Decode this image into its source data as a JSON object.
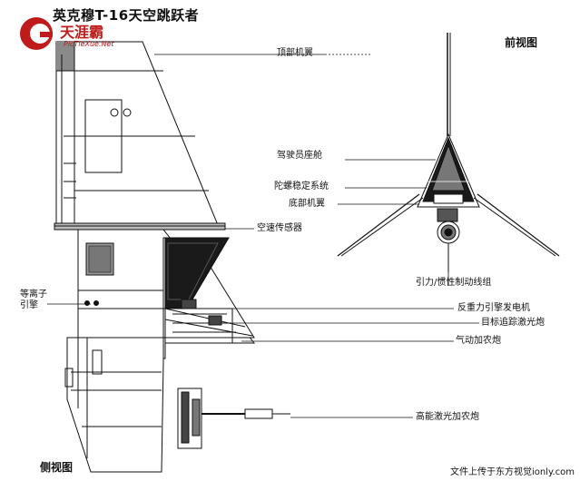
{
  "title": "英克穆T-16天空跳跃者",
  "logo": {
    "icon": "logo-g-icon",
    "text": "天涯霸",
    "subtext": "PicTieXue.Net"
  },
  "views": {
    "front": "前视图",
    "side": "侧视图"
  },
  "labels": {
    "top_wing": "顶部机翼",
    "cockpit": "驾驶员座舱",
    "gyro": "陀螺稳定系统",
    "bottom_wing": "底部机翼",
    "airspeed_sensor": "空速传感器",
    "grav_control": "引力/惯性制动线组",
    "ion_engine_1": "等离子",
    "ion_engine_2": "引擎",
    "repulsor": "反重力引擎发电机",
    "target_laser": "目标追踪激光炮",
    "pneumatic": "气动加农炮",
    "power_laser": "高能激光加农炮"
  },
  "watermark": "文件上传于东方视觉ionly.com",
  "colors": {
    "line": "#111111",
    "fill_dark": "#1a1a1a",
    "fill_gray": "#9a9a9a",
    "accent": "#c01b1b"
  }
}
